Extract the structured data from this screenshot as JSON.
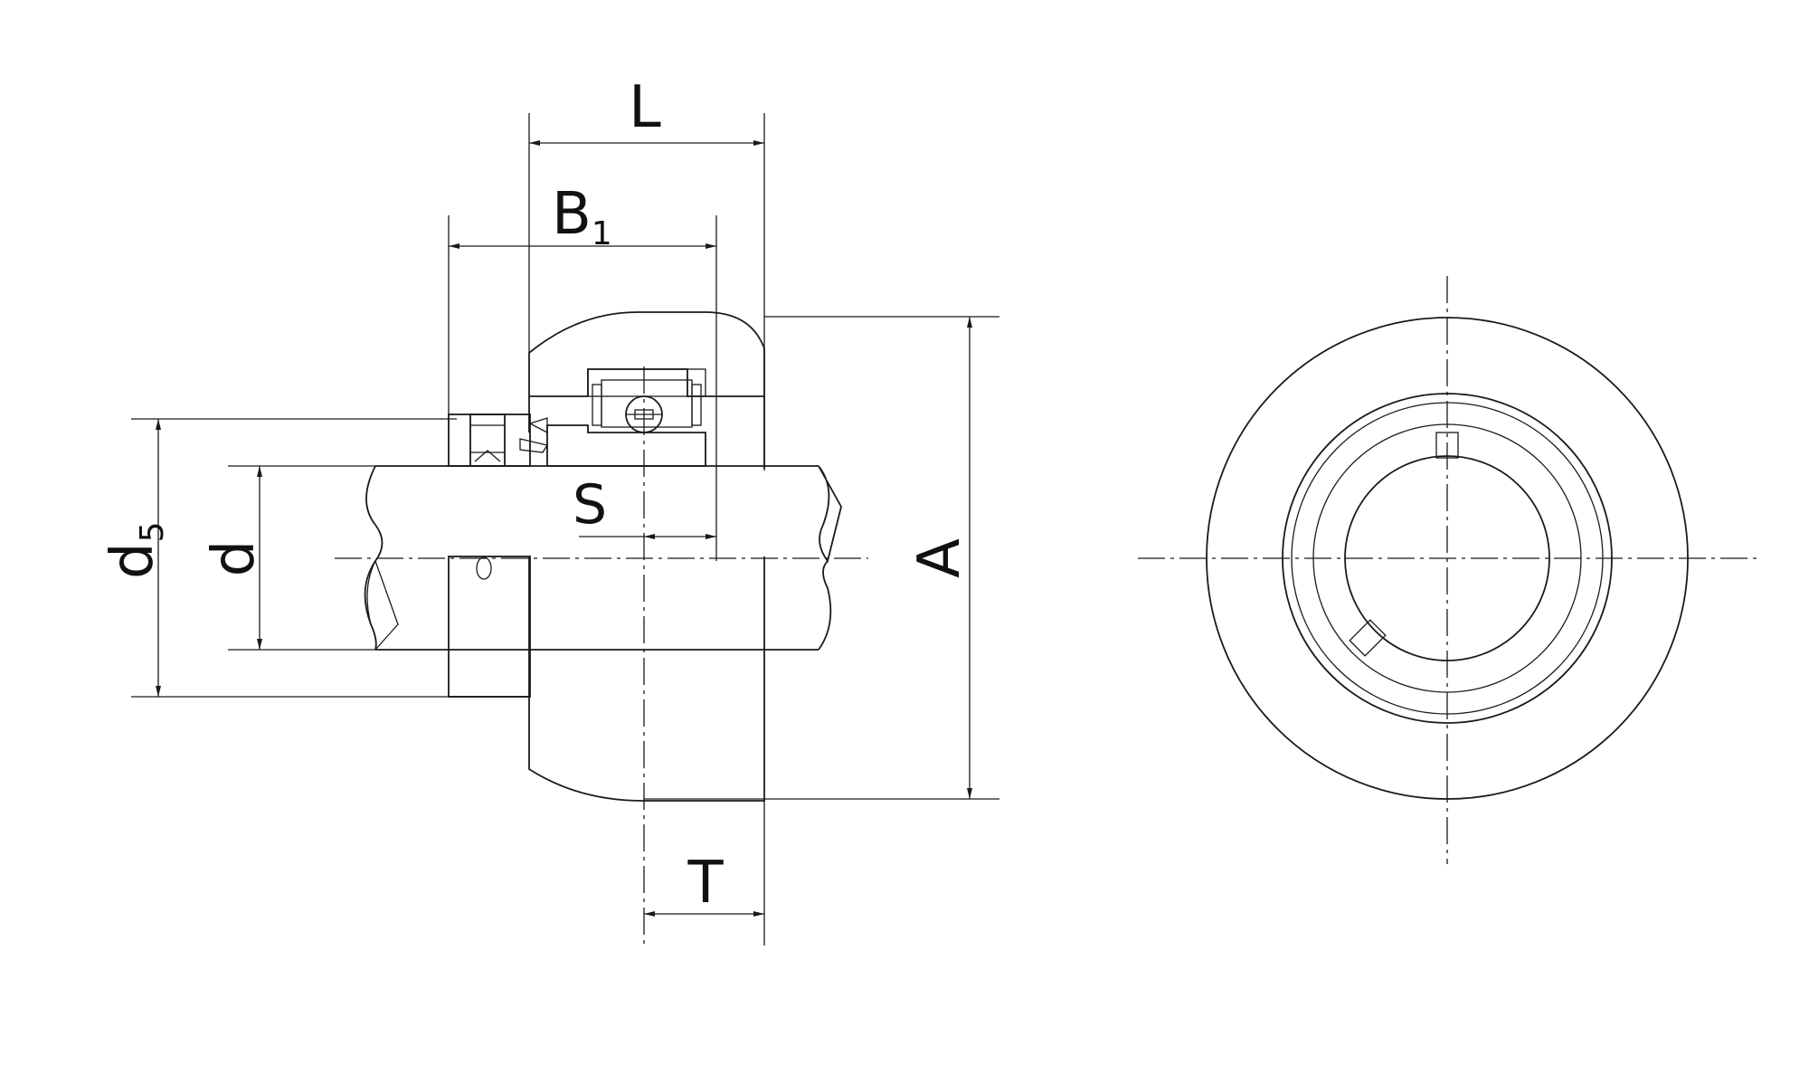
{
  "labels": {
    "L": "L",
    "B": "B",
    "B_sub": "1",
    "S": "S",
    "d5": "d",
    "d5_sub": "5",
    "d": "d",
    "A": "A",
    "T": "T"
  }
}
